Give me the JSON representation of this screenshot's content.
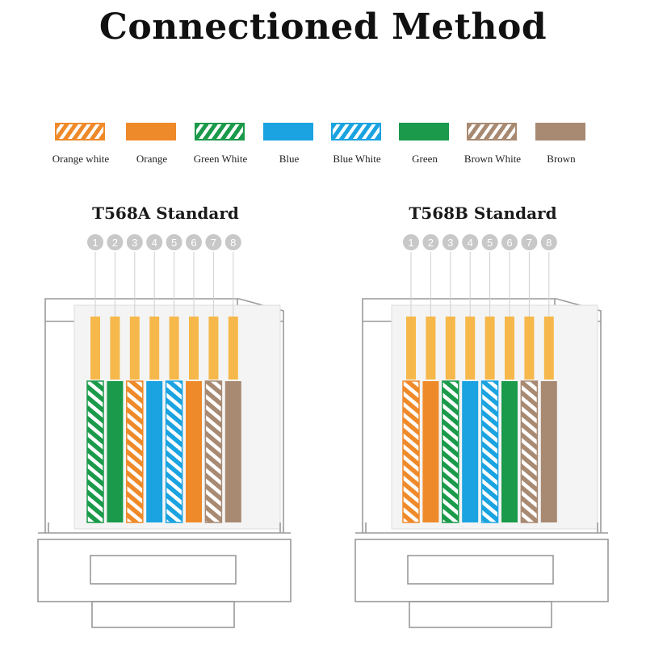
{
  "title": "Connectioned Method",
  "legend": [
    {
      "label": "Orange white",
      "color": "#ef8a2a",
      "striped": true
    },
    {
      "label": "Orange",
      "color": "#ef8a2a",
      "striped": false
    },
    {
      "label": "Green White",
      "color": "#1a9a4a",
      "striped": true
    },
    {
      "label": "Blue",
      "color": "#1aa3e0",
      "striped": false
    },
    {
      "label": "Blue White",
      "color": "#1aa3e0",
      "striped": true
    },
    {
      "label": "Green",
      "color": "#1a9a4a",
      "striped": false
    },
    {
      "label": "Brown White",
      "color": "#a88a72",
      "striped": true
    },
    {
      "label": "Brown",
      "color": "#a88a72",
      "striped": false
    }
  ],
  "pins": [
    "1",
    "2",
    "3",
    "4",
    "5",
    "6",
    "7",
    "8"
  ],
  "colors": {
    "pin_contact": "#f6b84a",
    "pin_circle": "#c8c8c8",
    "connector_outline": "#9a9a9a",
    "title_text": "#111111"
  },
  "standards": [
    {
      "name": "T568A Standard",
      "wires": [
        {
          "label": "Green White",
          "color": "#1a9a4a",
          "striped": true
        },
        {
          "label": "Green",
          "color": "#1a9a4a",
          "striped": false
        },
        {
          "label": "Orange white",
          "color": "#ef8a2a",
          "striped": true
        },
        {
          "label": "Blue",
          "color": "#1aa3e0",
          "striped": false
        },
        {
          "label": "Blue White",
          "color": "#1aa3e0",
          "striped": true
        },
        {
          "label": "Orange",
          "color": "#ef8a2a",
          "striped": false
        },
        {
          "label": "Brown White",
          "color": "#a88a72",
          "striped": true
        },
        {
          "label": "Brown",
          "color": "#a88a72",
          "striped": false
        }
      ]
    },
    {
      "name": "T568B Standard",
      "wires": [
        {
          "label": "Orange white",
          "color": "#ef8a2a",
          "striped": true
        },
        {
          "label": "Orange",
          "color": "#ef8a2a",
          "striped": false
        },
        {
          "label": "Green White",
          "color": "#1a9a4a",
          "striped": true
        },
        {
          "label": "Blue",
          "color": "#1aa3e0",
          "striped": false
        },
        {
          "label": "Blue White",
          "color": "#1aa3e0",
          "striped": true
        },
        {
          "label": "Green",
          "color": "#1a9a4a",
          "striped": false
        },
        {
          "label": "Brown White",
          "color": "#a88a72",
          "striped": true
        },
        {
          "label": "Brown",
          "color": "#a88a72",
          "striped": false
        }
      ]
    }
  ]
}
